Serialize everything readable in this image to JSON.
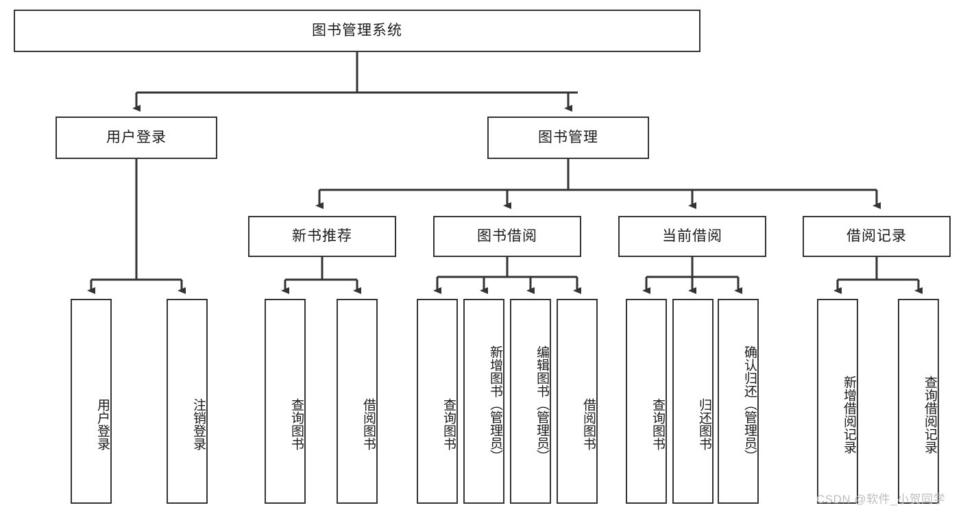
{
  "diagram": {
    "type": "tree-hierarchy",
    "title": "图书管理系统",
    "watermark": "CSDN @软件_小贺同学",
    "colors": {
      "box_border": "#333333",
      "box_fill": "#ffffff",
      "connector": "#333333",
      "watermark": "#bdbdbd",
      "text": "#1a1a1a"
    },
    "levels": {
      "root": {
        "label": "图书管理系统"
      },
      "level2": [
        {
          "id": "user-login",
          "label": "用户登录"
        },
        {
          "id": "book-management",
          "label": "图书管理"
        }
      ],
      "level3": [
        {
          "id": "new-book-recommend",
          "label": "新书推荐"
        },
        {
          "id": "book-borrow",
          "label": "图书借阅"
        },
        {
          "id": "current-borrow",
          "label": "当前借阅"
        },
        {
          "id": "borrow-record",
          "label": "借阅记录"
        }
      ],
      "leaves": {
        "user-login": [
          {
            "id": "leaf-user-login",
            "label": "用户登录"
          },
          {
            "id": "leaf-logout",
            "label": "注销登录"
          }
        ],
        "new-book-recommend": [
          {
            "id": "leaf-query-book-1",
            "label": "查询图书"
          },
          {
            "id": "leaf-borrow-book-1",
            "label": "借阅图书"
          }
        ],
        "book-borrow": [
          {
            "id": "leaf-query-book-2",
            "label": "查询图书"
          },
          {
            "id": "leaf-add-book",
            "label": "新增图书（管理员）"
          },
          {
            "id": "leaf-edit-book",
            "label": "编辑图书（管理员）"
          },
          {
            "id": "leaf-borrow-book-2",
            "label": "借阅图书"
          }
        ],
        "current-borrow": [
          {
            "id": "leaf-query-book-3",
            "label": "查询图书"
          },
          {
            "id": "leaf-return-book",
            "label": "归还图书"
          },
          {
            "id": "leaf-confirm-return",
            "label": "确认归还（管理员）"
          }
        ],
        "borrow-record": [
          {
            "id": "leaf-add-record",
            "label": "新增借阅记录"
          },
          {
            "id": "leaf-query-record",
            "label": "查询借阅记录"
          }
        ]
      }
    }
  }
}
